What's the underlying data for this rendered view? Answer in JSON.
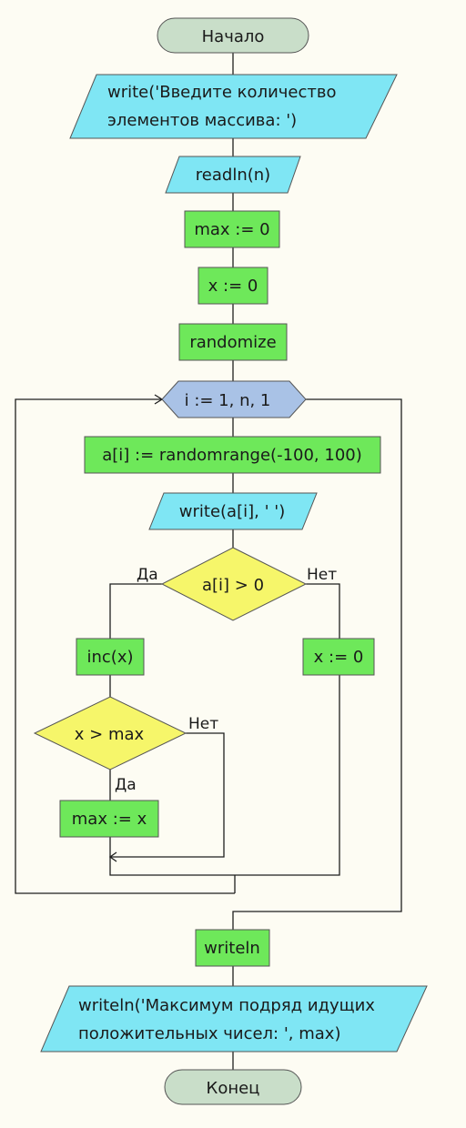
{
  "nodes": {
    "start": "Начало",
    "write_prompt_line1": "write('Введите количество",
    "write_prompt_line2": "элементов массива: ')",
    "readln": "readln(n)",
    "max_init": "max := 0",
    "x_init": "x := 0",
    "randomize": "randomize",
    "loop_header": "i := 1, n, 1",
    "assign_random": "a[i] := randomrange(-100, 100)",
    "write_element": "write(a[i], ' ')",
    "cond_positive": "a[i] > 0",
    "inc_x": "inc(x)",
    "x_reset": "x := 0",
    "cond_max": "x > max",
    "max_assign": "max := x",
    "writeln": "writeln",
    "writeln_result_line1": "writeln('Максимум подряд идущих",
    "writeln_result_line2": "положительных чисел: ', max)",
    "end": "Конец"
  },
  "branch_labels": {
    "yes1": "Да",
    "no1": "Нет",
    "no2": "Нет",
    "yes2": "Да"
  },
  "colors": {
    "terminal": "#c9dec9",
    "io": "#7fe6f4",
    "process": "#6ee85a",
    "decision": "#f6f66a",
    "loop": "#a9c2e6",
    "background": "#fdfcf3"
  }
}
